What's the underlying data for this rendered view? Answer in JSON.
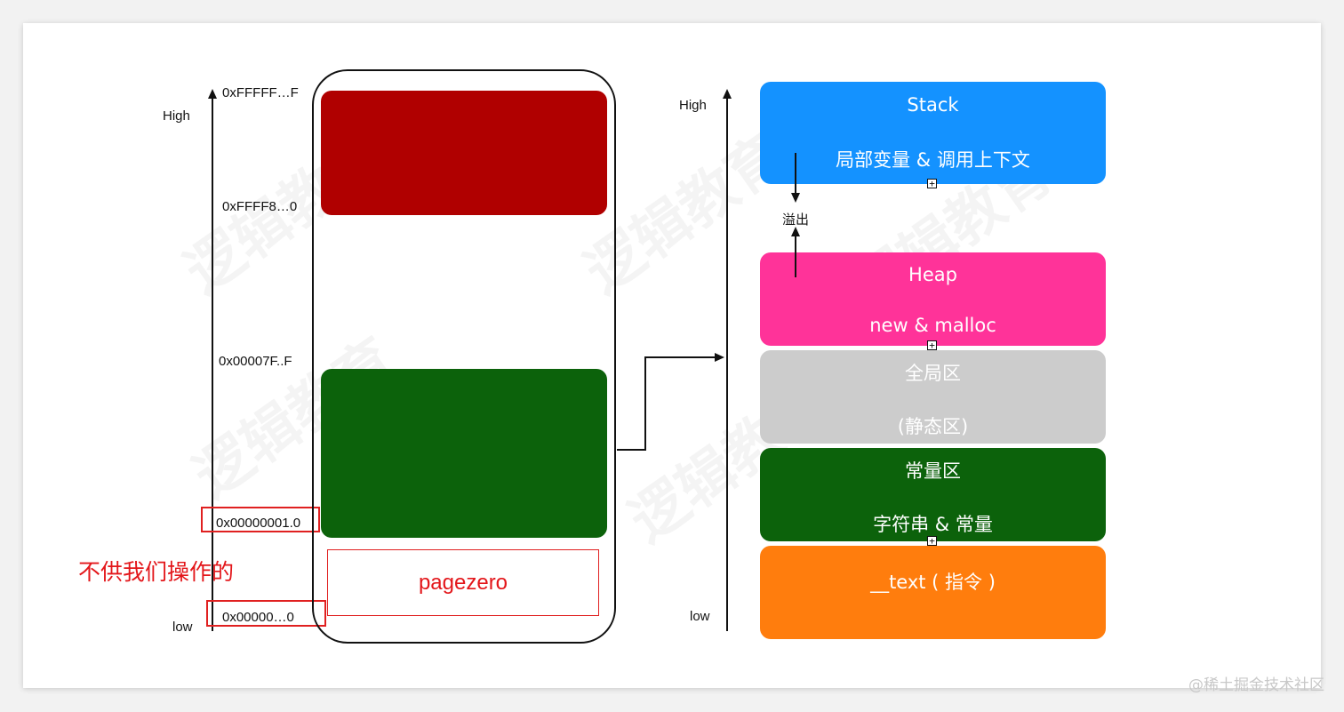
{
  "left_axis": {
    "high": "High",
    "low": "low",
    "addresses": [
      "0xFFFFF…F",
      "0xFFFF8…0",
      "0x00007F..F",
      "0x00000001.0",
      "0x00000…0"
    ]
  },
  "pagezero": "pagezero",
  "note": "不供我们操作的",
  "right_axis": {
    "high": "High",
    "low": "low"
  },
  "overflow_label": "溢出",
  "segments": [
    {
      "title": "Stack",
      "subtitle": "局部变量 & 调用上下文",
      "color": "#1492ff"
    },
    {
      "title": "Heap",
      "subtitle": "new & malloc",
      "color": "#ff3399"
    },
    {
      "title": "全局区",
      "subtitle": "(静态区)",
      "color": "#cccccc"
    },
    {
      "title": "常量区",
      "subtitle": "字符串 & 常量",
      "color": "#0c620b"
    },
    {
      "title": "__text ( 指令 )",
      "subtitle": "",
      "color": "#ff7d0d"
    }
  ],
  "colors": {
    "kernel_block": "#b00000",
    "process_block": "#0c620b",
    "highlight": "#e3161a"
  },
  "watermark": "逻辑教育",
  "credit": "@稀土掘金技术社区"
}
